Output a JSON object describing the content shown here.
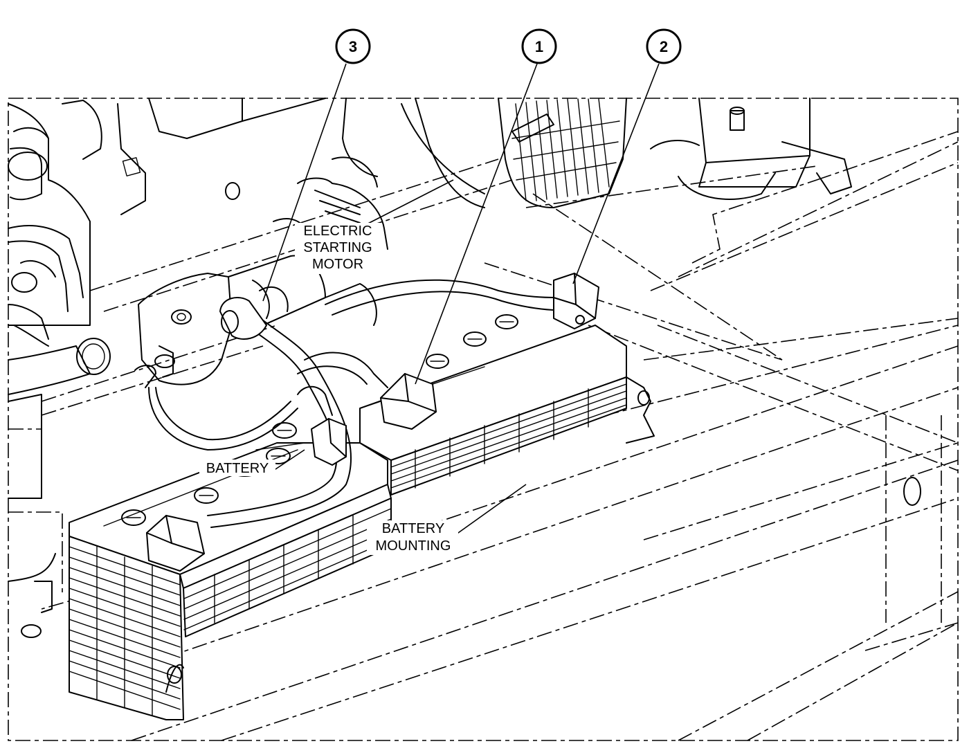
{
  "callouts": [
    {
      "id": "1",
      "label": "1"
    },
    {
      "id": "2",
      "label": "2"
    },
    {
      "id": "3",
      "label": "3"
    }
  ],
  "labels": {
    "starter": [
      "ELECTRIC",
      "STARTING",
      "MOTOR"
    ],
    "battery": "BATTERY",
    "mounting": [
      "BATTERY",
      "MOUNTING"
    ]
  }
}
